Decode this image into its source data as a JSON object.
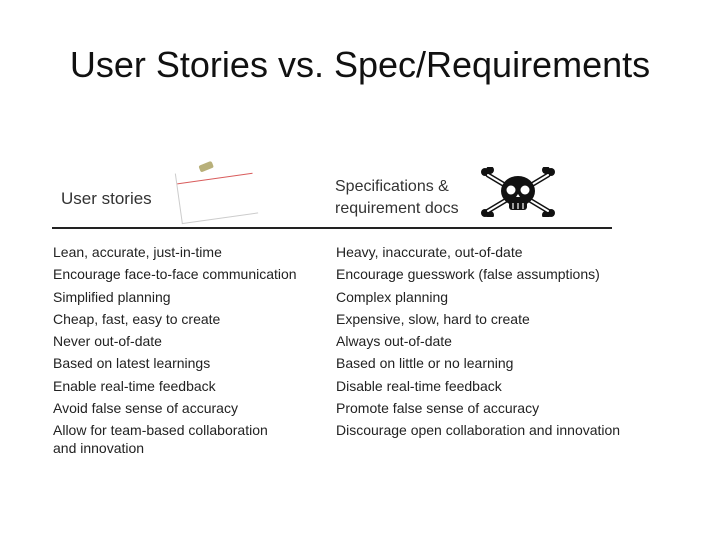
{
  "title": "User Stories vs. Spec/Requirements",
  "user_stories": {
    "header": "User stories",
    "items": [
      "Lean, accurate, just-in-time",
      "Encourage face-to-face communication",
      "Simplified planning",
      "Cheap, fast, easy to create",
      "Never out-of-date",
      "Based on latest learnings",
      "Enable real-time feedback",
      "Avoid false sense of accuracy",
      "Allow for team-based collaboration and innovation"
    ]
  },
  "specs": {
    "header_line1": "Specifications &",
    "header_line2": "requirement docs",
    "icon": "skull-crossbones-icon",
    "items": [
      "Heavy, inaccurate, out-of-date",
      "Encourage guesswork (false assumptions)",
      "Complex planning",
      "Expensive, slow, hard to create",
      "Always out-of-date",
      "Based on little or no learning",
      "Disable real-time feedback",
      "Promote false sense of accuracy",
      "Discourage open collaboration and innovation"
    ]
  }
}
